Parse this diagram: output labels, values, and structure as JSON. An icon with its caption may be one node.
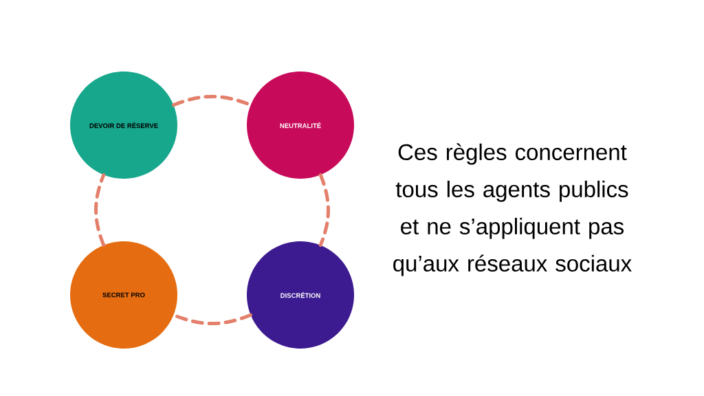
{
  "diagram": {
    "nodes": [
      {
        "text": [
          "DEVOIR DE RÉSERVE"
        ]
      },
      {
        "text": [
          "NEUTRALITÉ"
        ]
      },
      {
        "text": [
          "SECRET PRO"
        ]
      },
      {
        "text": [
          "DISCRÉTION"
        ]
      }
    ],
    "edges": [
      {
        "from": 0,
        "to": 1,
        "arrow": "none",
        "style": "dashed"
      },
      {
        "from": 1,
        "to": 3,
        "arrow": "none",
        "style": "dashed"
      },
      {
        "from": 3,
        "to": 2,
        "arrow": "none",
        "style": "dashed"
      },
      {
        "from": 2,
        "to": 0,
        "arrow": "none",
        "style": "dashed"
      }
    ],
    "labels": [
      "Ces règles concernent tous les agents publics et ne s’appliquent pas qu’aux réseaux sociaux"
    ]
  }
}
